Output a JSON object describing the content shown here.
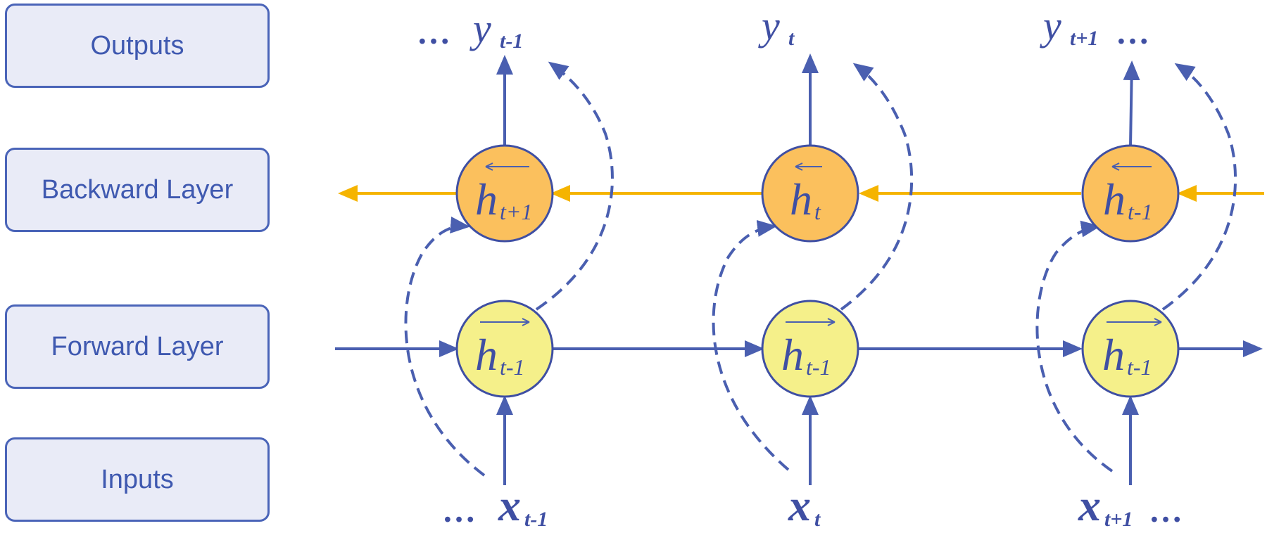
{
  "layers": {
    "outputs": "Outputs",
    "backward": "Backward Layer",
    "forward": "Forward Layer",
    "inputs": "Inputs"
  },
  "ellipsis": "…",
  "outputs": [
    {
      "base": "y",
      "sub": "t-1"
    },
    {
      "base": "y",
      "sub": "t"
    },
    {
      "base": "y",
      "sub": "t+1"
    }
  ],
  "inputs": [
    {
      "base": "x",
      "sub": "t-1"
    },
    {
      "base": "x",
      "sub": "t"
    },
    {
      "base": "x",
      "sub": "t+1"
    }
  ],
  "backward_states": [
    {
      "base": "h",
      "sub": "t+1"
    },
    {
      "base": "h",
      "sub": "t"
    },
    {
      "base": "h",
      "sub": "t-1"
    }
  ],
  "forward_states": [
    {
      "base": "h",
      "sub": "t-1"
    },
    {
      "base": "h",
      "sub": "t-1"
    },
    {
      "base": "h",
      "sub": "t-1"
    }
  ],
  "colors": {
    "blue": "#4a5fb0",
    "label_blue": "#3f59b0",
    "box_fill": "#e9ebf7",
    "backward_fill": "#fbc05d",
    "backward_arrow": "#f5b400",
    "forward_fill": "#f5f08a"
  }
}
